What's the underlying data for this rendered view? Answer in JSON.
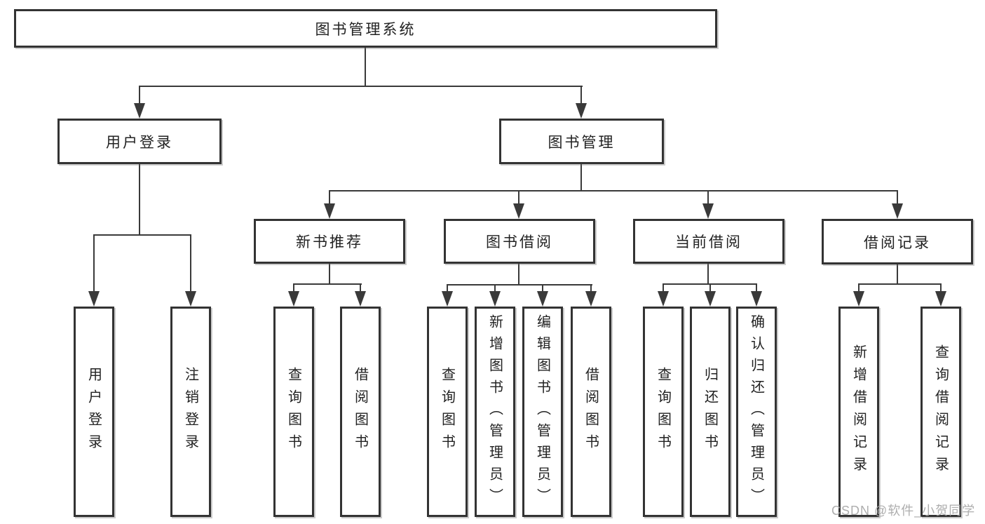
{
  "diagram": {
    "root": "图书管理系统",
    "branches": [
      {
        "label": "用户登录",
        "leaves": [
          "用户登录",
          "注销登录"
        ]
      },
      {
        "label": "图书管理",
        "sections": [
          {
            "label": "新书推荐",
            "leaves": [
              "查询图书",
              "借阅图书"
            ]
          },
          {
            "label": "图书借阅",
            "leaves": [
              "查询图书",
              "新增图书（管理员）",
              "编辑图书（管理员）",
              "借阅图书"
            ]
          },
          {
            "label": "当前借阅",
            "leaves": [
              "查询图书",
              "归还图书",
              "确认归还（管理员）"
            ]
          },
          {
            "label": "借阅记录",
            "leaves": [
              "新增借阅记录",
              "查询借阅记录"
            ]
          }
        ]
      }
    ]
  },
  "watermark": "CSDN @软件_小贺同学",
  "colors": {
    "line": "#3a3a3a",
    "box_border": "#333333",
    "box_fill": "#ffffff",
    "text": "#222222",
    "watermark": "#a6a6a6"
  }
}
